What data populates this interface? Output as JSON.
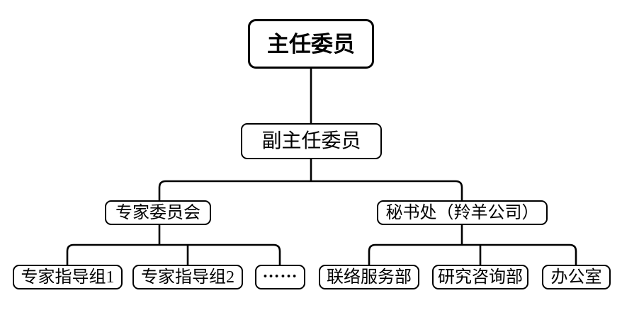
{
  "diagram": {
    "type": "org-chart",
    "background_color": "#ffffff",
    "line_color": "#000000",
    "box_border_color": "#000000",
    "text_color": "#000000",
    "nodes": [
      {
        "id": "chairman",
        "label": "主任委员",
        "level": 1,
        "emphasis": "bold"
      },
      {
        "id": "vice-chairman",
        "label": "副主任委员",
        "level": 2,
        "emphasis": "normal"
      },
      {
        "id": "expert-committee",
        "label": "专家委员会",
        "level": 3,
        "emphasis": "normal"
      },
      {
        "id": "secretariat",
        "label": "秘书处（羚羊公司）",
        "level": 3,
        "emphasis": "normal"
      },
      {
        "id": "expert-group-1",
        "label": "专家指导组1",
        "level": 4,
        "emphasis": "normal"
      },
      {
        "id": "expert-group-2",
        "label": "专家指导组2",
        "level": 4,
        "emphasis": "normal"
      },
      {
        "id": "more-groups",
        "label": "……",
        "level": 4,
        "emphasis": "bold"
      },
      {
        "id": "liaison-service",
        "label": "联络服务部",
        "level": 4,
        "emphasis": "normal"
      },
      {
        "id": "research-consult",
        "label": "研究咨询部",
        "level": 4,
        "emphasis": "normal"
      },
      {
        "id": "office",
        "label": "办公室",
        "level": 4,
        "emphasis": "normal"
      }
    ],
    "edges": [
      {
        "from": "主任委员",
        "to": "副主任委员"
      },
      {
        "from": "副主任委员",
        "to": "专家委员会"
      },
      {
        "from": "副主任委员",
        "to": "秘书处（羚羊公司）"
      },
      {
        "from": "专家委员会",
        "to": "专家指导组1"
      },
      {
        "from": "专家委员会",
        "to": "专家指导组2"
      },
      {
        "from": "专家委员会",
        "to": "……"
      },
      {
        "from": "秘书处（羚羊公司）",
        "to": "联络服务部"
      },
      {
        "from": "秘书处（羚羊公司）",
        "to": "研究咨询部"
      },
      {
        "from": "秘书处（羚羊公司）",
        "to": "办公室"
      }
    ]
  }
}
